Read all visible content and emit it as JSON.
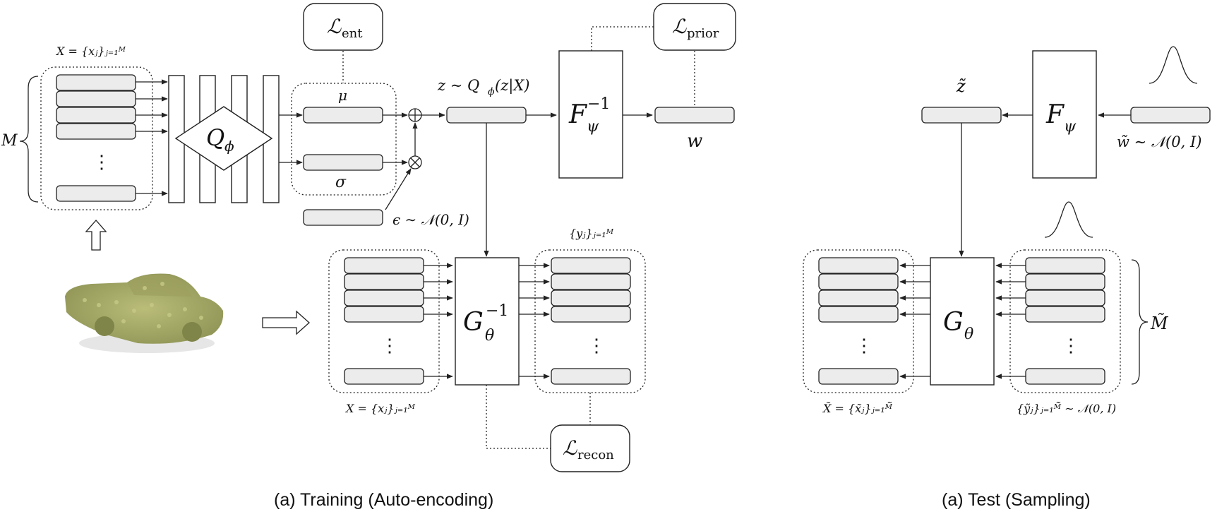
{
  "captions": {
    "training": "(a) Training (Auto-encoding)",
    "test": "(a) Test (Sampling)"
  },
  "training": {
    "loss_ent": {
      "symbol": "ℒ",
      "sub": "ent"
    },
    "loss_prior": {
      "symbol": "ℒ",
      "sub": "prior"
    },
    "loss_recon": {
      "symbol": "ℒ",
      "sub": "recon"
    },
    "input_set_label": "X = {xⱼ}ⱼ₌₁ᴹ",
    "m_label": "M",
    "encoder_label": "Q",
    "encoder_sub": "ϕ",
    "mu_label": "μ",
    "sigma_label": "σ",
    "epsilon_label": "ϵ ∼ 𝒩(0, I)",
    "z_label": "z ∼ Q",
    "z_label_sub": "ϕ",
    "z_label_tail": "(z|X)",
    "flow_inv_label": "F",
    "flow_inv_sub": "ψ",
    "flow_inv_sup": "−1",
    "w_label": "w",
    "decoder_inv_label": "G",
    "decoder_inv_sub": "θ",
    "decoder_inv_sup": "−1",
    "x_set_bottom": "X = {xⱼ}ⱼ₌₁ᴹ",
    "y_set_label": "{yⱼ}ⱼ₌₁ᴹ"
  },
  "test": {
    "z_tilde_label": "z̃",
    "flow_label": "F",
    "flow_sub": "ψ",
    "w_tilde_label": "w̃ ∼ 𝒩(0, I)",
    "decoder_label": "G",
    "decoder_sub": "θ",
    "m_tilde_label": "M̃",
    "x_tilde_set": "X̃ = {x̃ⱼ}ⱼ₌₁ᴹ̃",
    "y_tilde_set": "{ỹⱼ}ⱼ₌₁ᴹ̃ ∼ 𝒩(0, I)"
  },
  "ellipsis": "⋮",
  "colors": {
    "bar_fill": "#ececec",
    "point_cloud": "#a9ad6a",
    "stroke": "#222222"
  }
}
